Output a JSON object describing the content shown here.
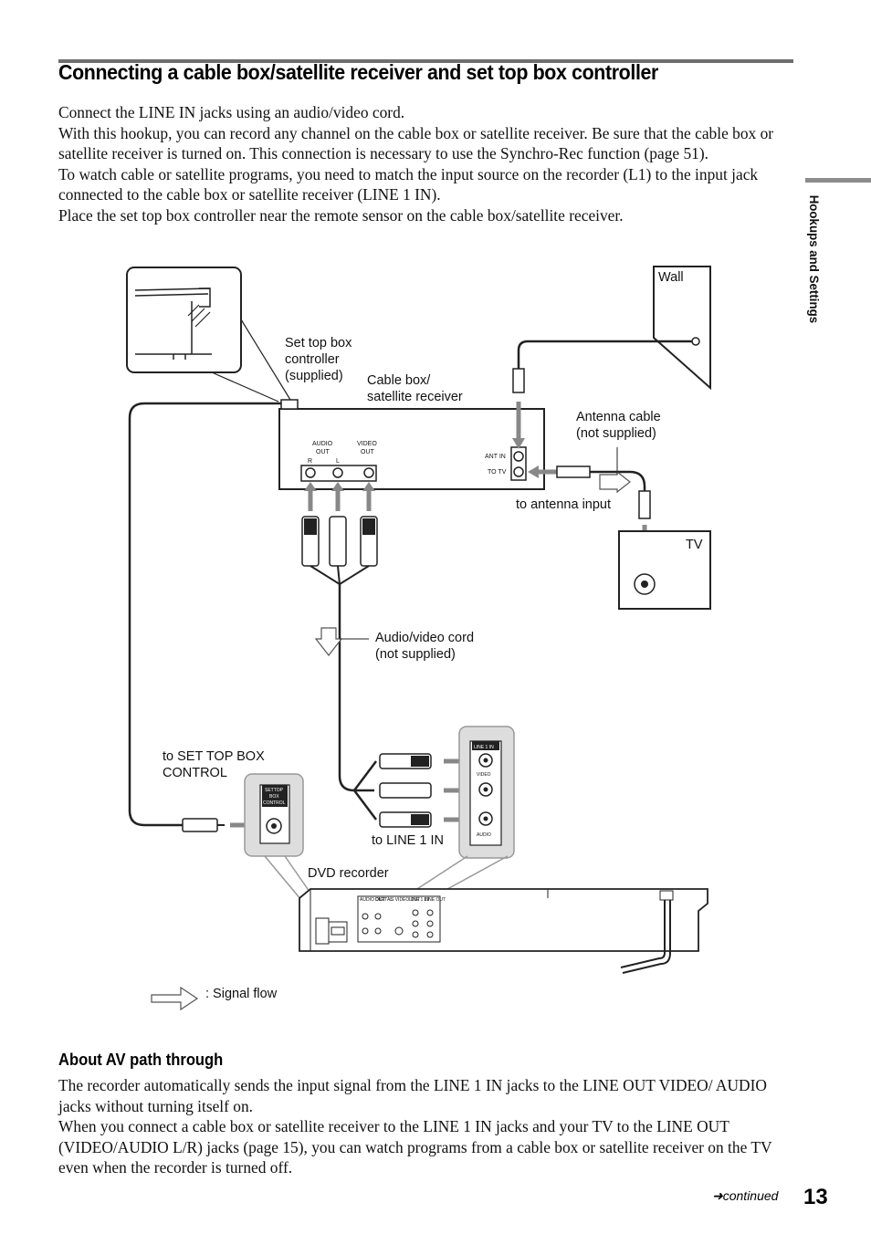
{
  "page": {
    "title": "Connecting a cable box/satellite receiver and set top box controller",
    "intro": [
      "Connect the LINE IN jacks using an audio/video cord.",
      "With this hookup, you can record any channel on the cable box or satellite receiver. Be sure that the cable box or satellite receiver is turned on. This connection is necessary to use the Synchro-Rec function (page 51).",
      "To watch cable or satellite programs, you need to match the input source on the recorder (L1) to the input jack connected to the cable box or satellite receiver (LINE 1 IN).",
      "Place the set top box controller near the remote sensor on the cable box/satellite receiver."
    ],
    "side_tab": "Hookups and Settings",
    "subheading": "About AV path through",
    "about": [
      "The recorder automatically sends the input signal from the LINE 1 IN jacks to the LINE OUT VIDEO/ AUDIO jacks without turning itself on.",
      "When you connect a cable box or satellite receiver to the LINE 1 IN jacks and your TV to the LINE OUT (VIDEO/AUDIO L/R) jacks (page 15), you can watch programs from a cable box or satellite receiver on the TV even when the recorder is turned off."
    ],
    "continued": "continued",
    "page_number": "13"
  },
  "diagram": {
    "wall": "Wall",
    "stb_controller": [
      "Set top box",
      "controller",
      "(supplied)"
    ],
    "cable_box": [
      "Cable box/",
      "satellite receiver"
    ],
    "audio_out": [
      "AUDIO",
      "OUT"
    ],
    "video_out": [
      "VIDEO",
      "OUT"
    ],
    "r": "R",
    "l": "L",
    "ant_in": "ANT IN",
    "to_tv": "TO TV",
    "antenna_cable": [
      "Antenna cable",
      "(not supplied)"
    ],
    "to_antenna_input": "to antenna input",
    "tv": "TV",
    "av_cord": [
      "Audio/video cord",
      "(not supplied)"
    ],
    "to_stb_control": [
      "to SET TOP BOX",
      "CONTROL"
    ],
    "settop_jack": [
      "SETTOP",
      "BOX",
      "CONTROL"
    ],
    "line1_in_panel": "LINE 1 IN",
    "video": "VIDEO",
    "audio": "AUDIO",
    "to_line1_in": "to LINE 1 IN",
    "dvd_recorder": "DVD recorder",
    "signal_flow": ": Signal flow",
    "rear_panel_labels": [
      "AUDIO OUT",
      "DIGITAL",
      "S VIDEO OUT",
      "LINE 1 IN",
      "LINE OUT"
    ]
  }
}
